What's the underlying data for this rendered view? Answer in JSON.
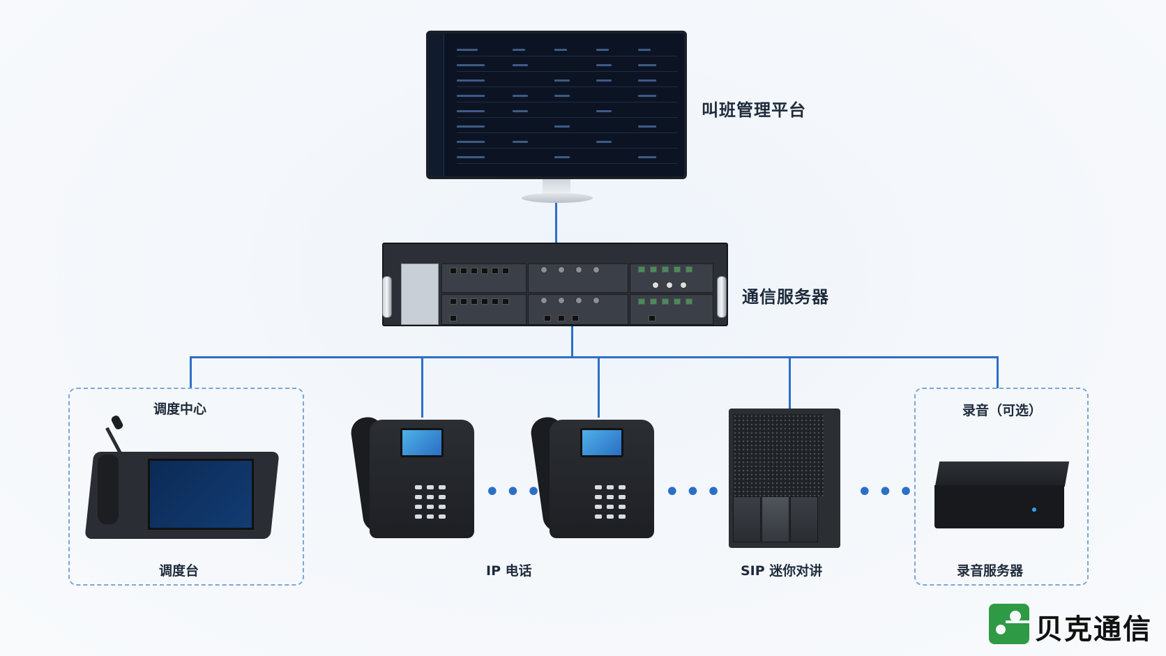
{
  "labels": {
    "platform": "叫班管理平台",
    "server": "通信服务器",
    "dispatch_center": "调度中心",
    "dispatch_console": "调度台",
    "ip_phone": "IP 电话",
    "sip_intercom": "SIP 迷你对讲",
    "recording_optional": "录音（可选）",
    "recording_server": "录音服务器"
  },
  "ellipsis": "•••",
  "brand": {
    "name": "贝克通信",
    "color": "#2f9a45"
  },
  "colors": {
    "connector": "#2c6fc7",
    "dashed_border": "#7aa6d8"
  }
}
